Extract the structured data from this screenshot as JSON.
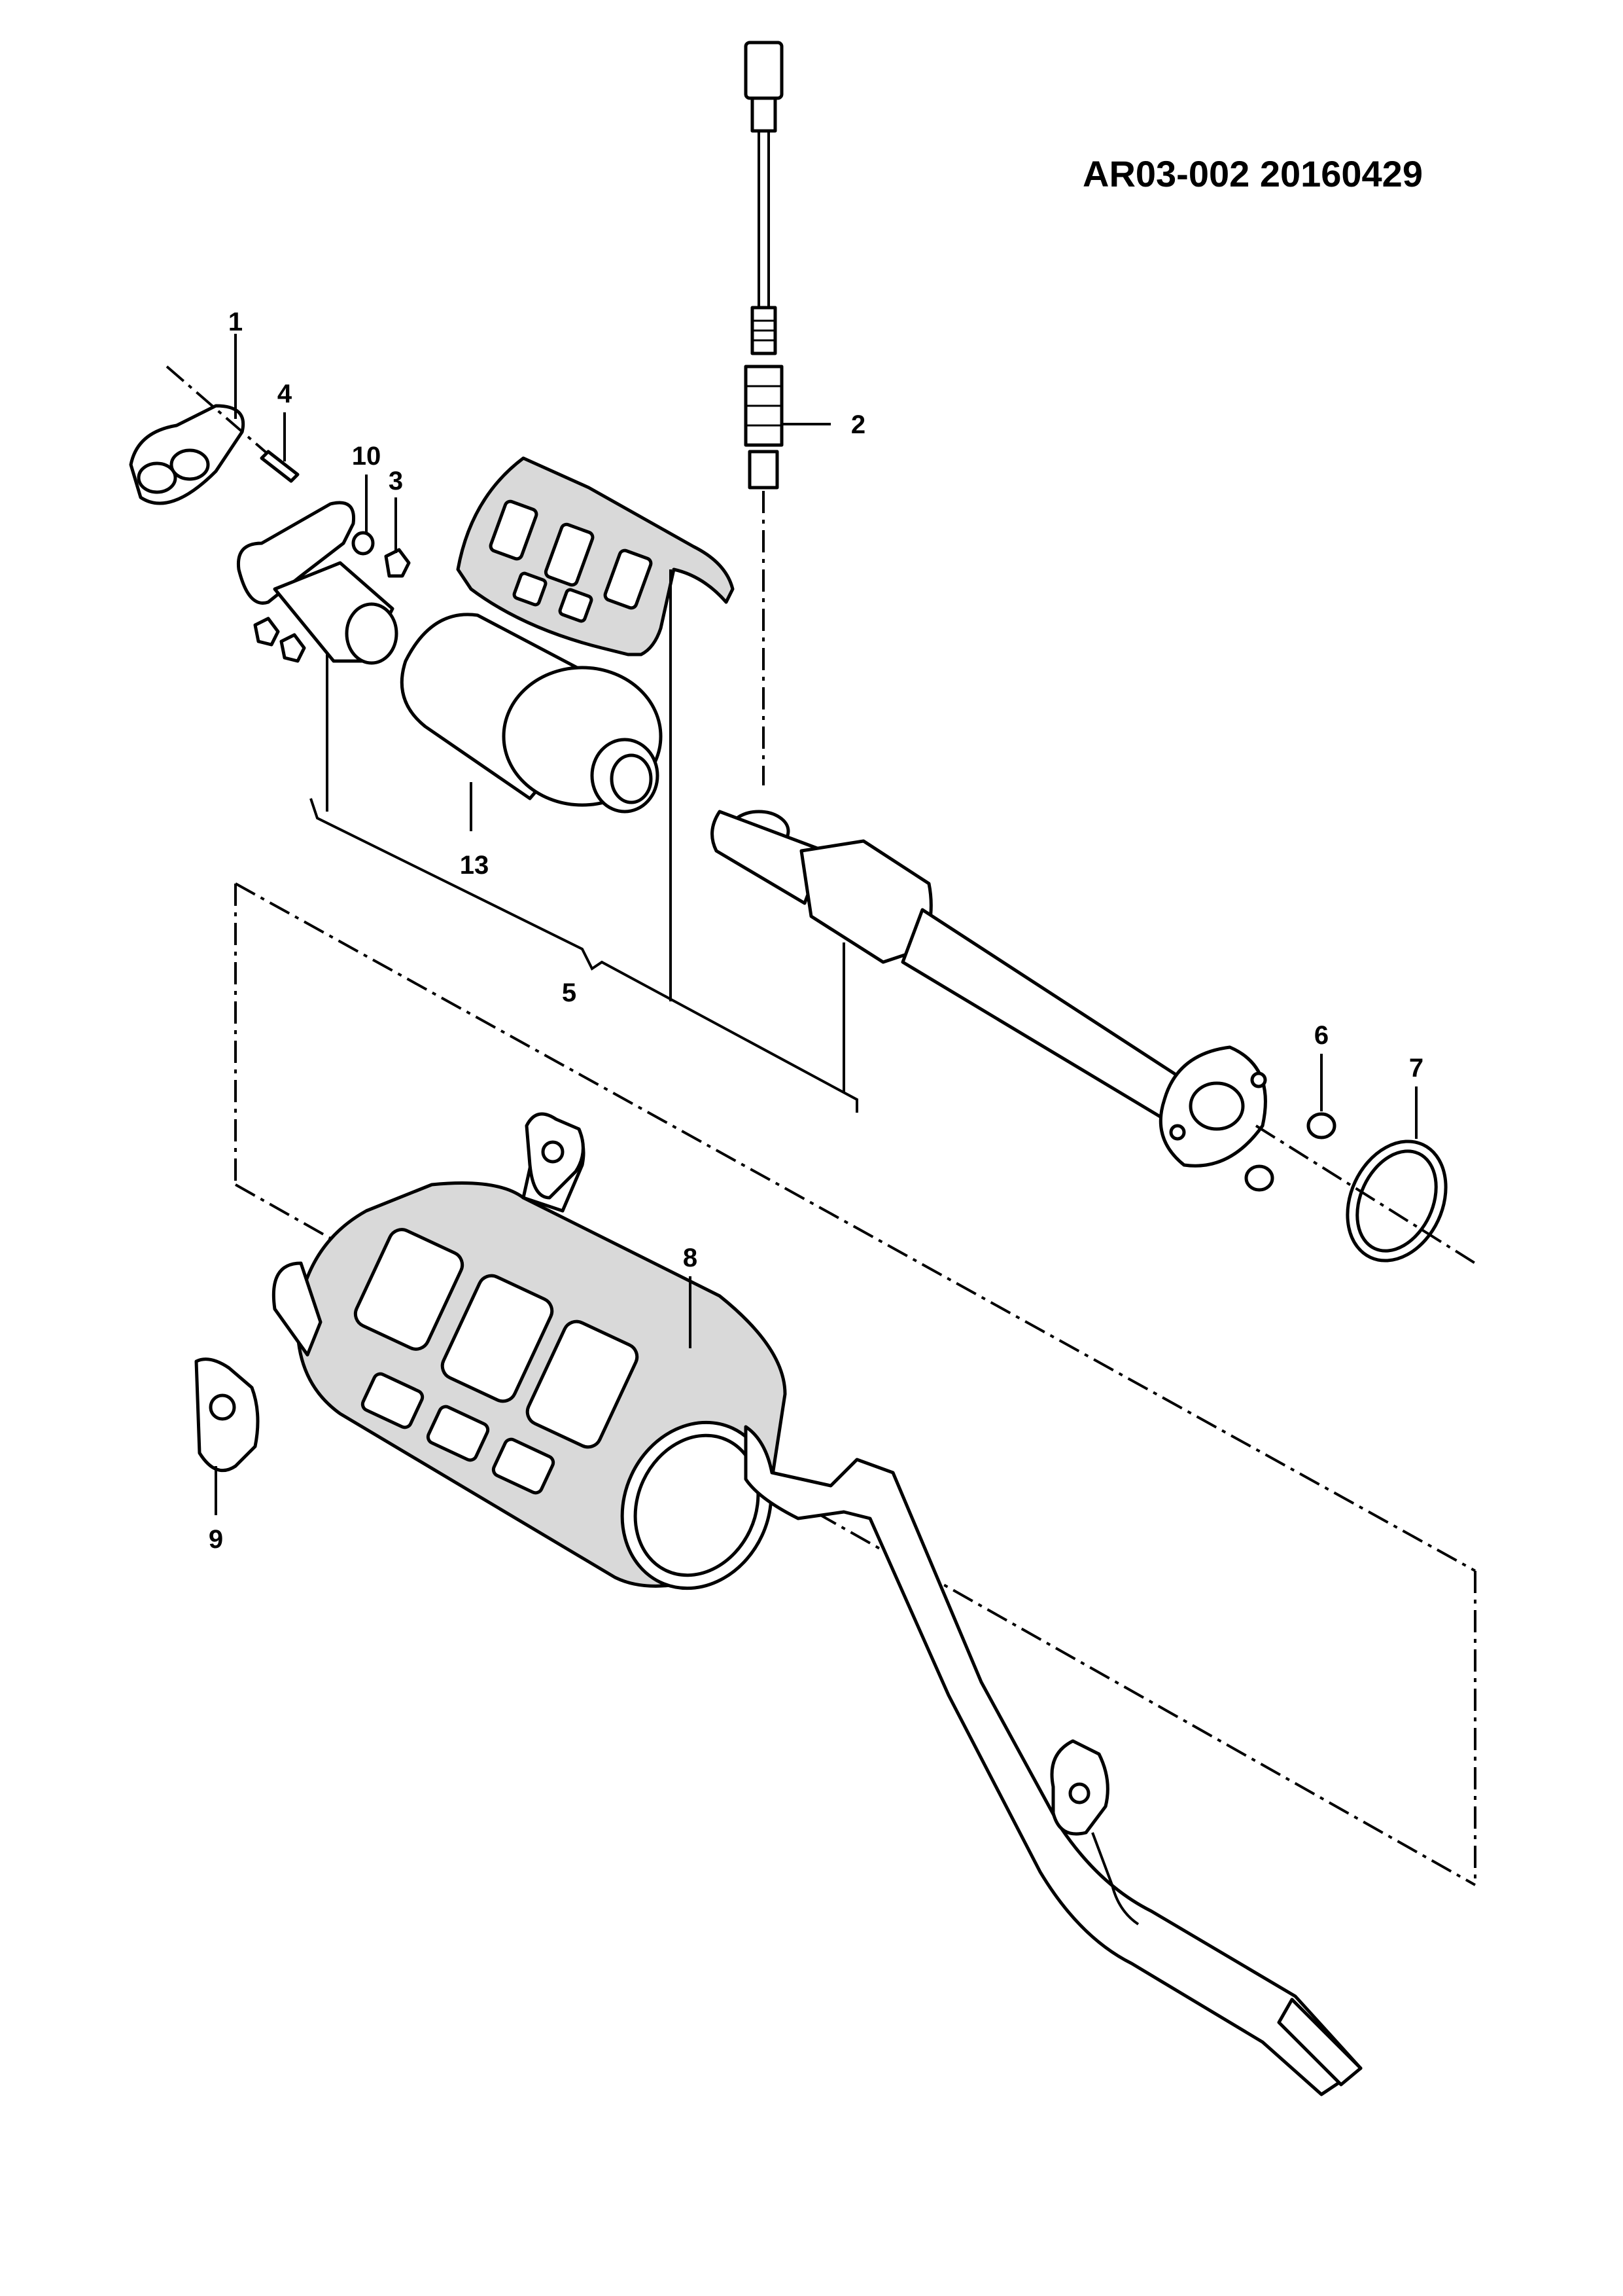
{
  "reference": "AR03-002  20160429",
  "callouts": {
    "c1": "1",
    "c2": "2",
    "c3": "3",
    "c4": "4",
    "c5": "5",
    "c6": "6",
    "c7": "7",
    "c8": "8",
    "c9": "9",
    "c10": "10",
    "c13": "13"
  }
}
